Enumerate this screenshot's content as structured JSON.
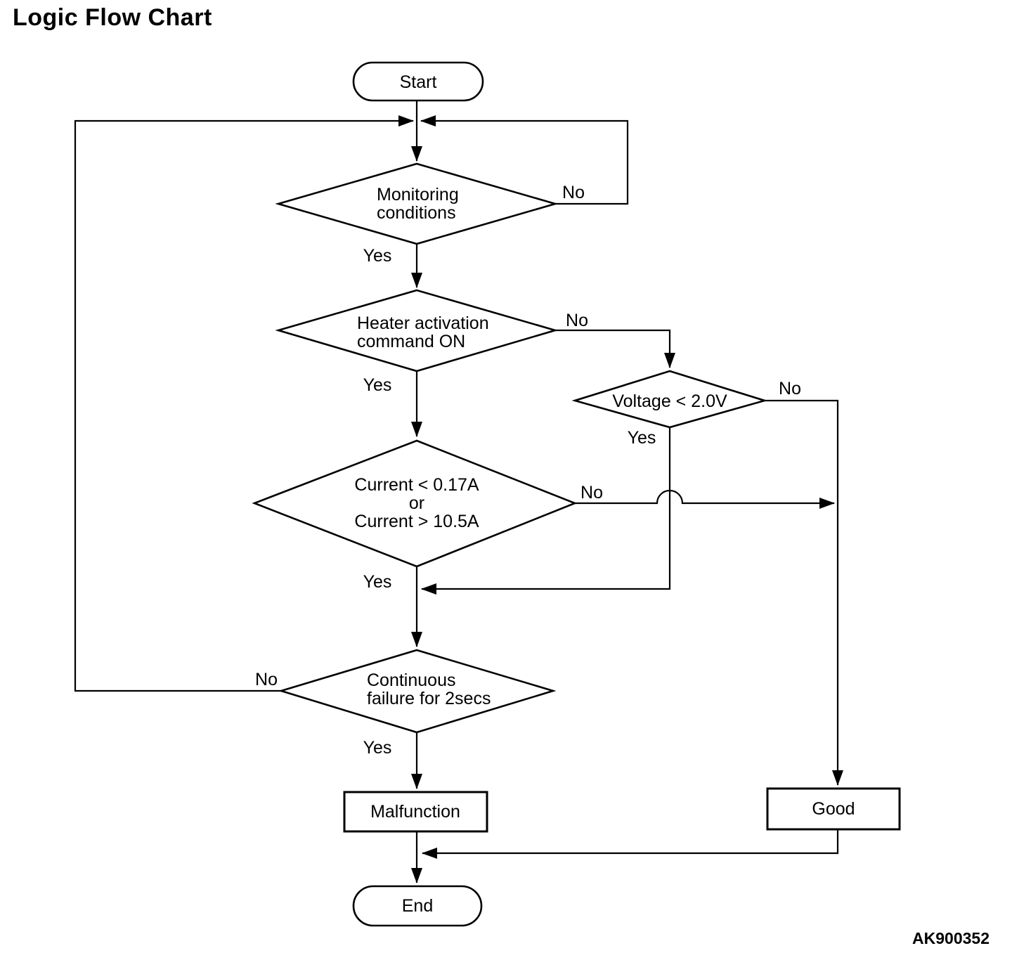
{
  "title": "Logic Flow Chart",
  "figure_code": "AK900352",
  "colors": {
    "line": "#000000",
    "text": "#000000",
    "background": "#ffffff"
  },
  "nodes": {
    "start": {
      "label": "Start"
    },
    "monitoring": {
      "lines": [
        "Monitoring",
        "conditions"
      ]
    },
    "heater": {
      "lines": [
        "Heater activation",
        "command ON"
      ]
    },
    "voltage": {
      "label": "Voltage < 2.0V"
    },
    "current": {
      "lines": [
        "Current < 0.17A",
        "or",
        "Current > 10.5A"
      ]
    },
    "continuous": {
      "lines": [
        "Continuous",
        "failure for 2secs"
      ]
    },
    "malfunction": {
      "label": "Malfunction"
    },
    "good": {
      "label": "Good"
    },
    "end": {
      "label": "End"
    }
  },
  "edge_labels": {
    "monitoring_no": "No",
    "monitoring_yes": "Yes",
    "heater_no": "No",
    "heater_yes": "Yes",
    "voltage_no": "No",
    "voltage_yes": "Yes",
    "current_no": "No",
    "current_yes": "Yes",
    "continuous_no": "No",
    "continuous_yes": "Yes"
  }
}
